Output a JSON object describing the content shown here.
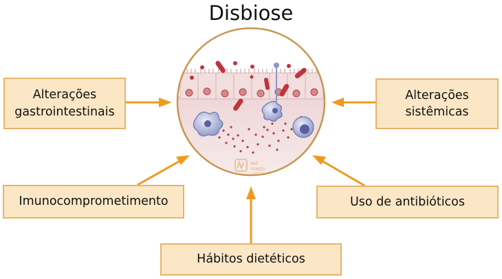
{
  "title": "Disbiose",
  "boxes": {
    "gastro": "Alterações\ngastrointestinais",
    "sistemicas": "Alterações\nsistêmicas",
    "imuno": "Imunocomprometimento",
    "antibioticos": "Uso de antibióticos",
    "habitos": "Hábitos dietéticos"
  },
  "logo": {
    "line1": "we",
    "line2": "meds",
    "line3": ".com.br"
  },
  "colors": {
    "box_fill": "#fbe7c6",
    "box_border": "#e6b36a",
    "arrow": "#ef9a1e",
    "circle_border": "#c9954e"
  }
}
